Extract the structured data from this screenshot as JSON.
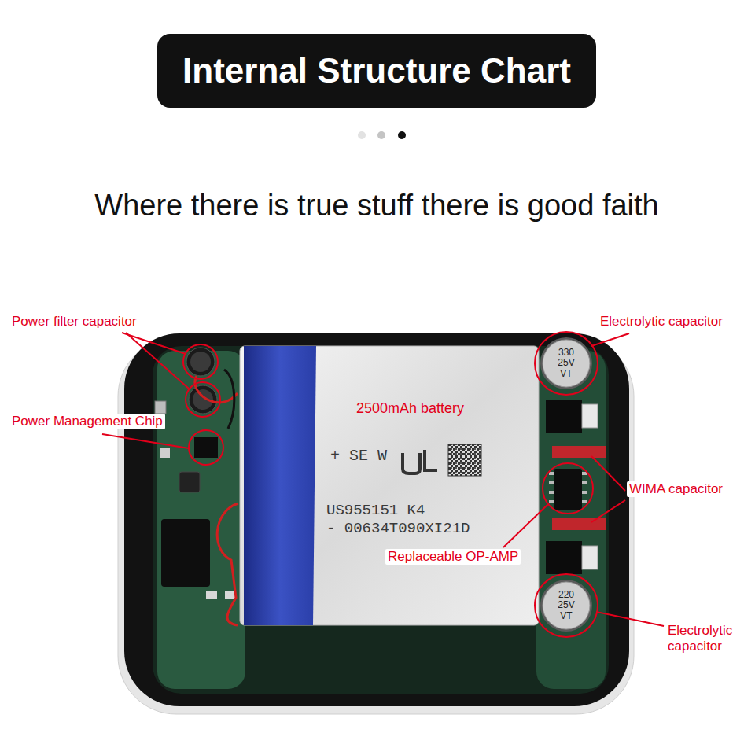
{
  "diagram": {
    "title": "Internal Structure Chart",
    "nodes": [
      {
        "text": [
          "2500mAh battery",
          "+ SE W",
          "US955151 K4",
          "- 00634T090XI21D"
        ]
      },
      {
        "text": [
          "330 25V VT"
        ]
      },
      {
        "text": [
          "220 25V VT"
        ]
      }
    ],
    "labels": [
      "Where there is true stuff there is good faith",
      "Power filter capacitor",
      "Electrolytic capacitor",
      "Power Management Chip",
      "WIMA capacitor",
      "Replaceable OP-AMP",
      "Electrolytic capacitor"
    ]
  }
}
